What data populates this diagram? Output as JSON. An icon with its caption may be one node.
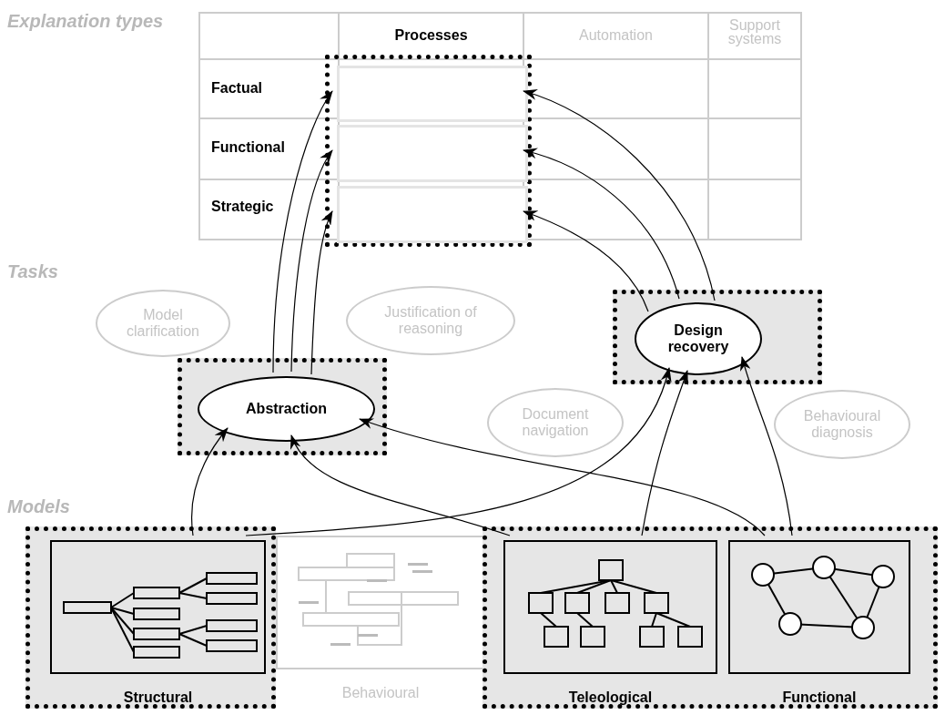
{
  "diagram": {
    "nodes": [
      {
        "text": [],
        "shape": "box"
      },
      {
        "text": [],
        "shape": "box",
        "in": 0
      },
      {
        "text": [],
        "shape": "box",
        "in": 0
      },
      {
        "text": [],
        "shape": "box",
        "in": 0
      },
      {
        "text": [
          "Model clarification"
        ]
      },
      {
        "text": [
          "Justification of reasoning"
        ]
      },
      {
        "text": [],
        "shape": "box"
      },
      {
        "text": [
          "Abstraction"
        ],
        "in": 6
      },
      {
        "text": [
          "Document navigation"
        ]
      },
      {
        "text": [],
        "shape": "box"
      },
      {
        "text": [
          "Design recovery"
        ],
        "in": 9
      },
      {
        "text": [
          "Behavioural diagnosis"
        ]
      },
      {
        "text": [],
        "shape": "box"
      },
      {
        "text": [
          "Structural"
        ],
        "in": 12
      },
      {
        "text": [
          "Behavioural"
        ]
      },
      {
        "text": [],
        "shape": "box"
      },
      {
        "text": [
          "Teleological"
        ],
        "in": 15
      },
      {
        "text": [
          "Functional"
        ],
        "in": 15
      }
    ],
    "edges": [
      {
        "from": 7,
        "to": 1,
        "arrow": "to"
      },
      {
        "from": 7,
        "to": 2,
        "arrow": "to"
      },
      {
        "from": 7,
        "to": 3,
        "arrow": "to"
      },
      {
        "from": 10,
        "to": 1,
        "arrow": "to"
      },
      {
        "from": 10,
        "to": 2,
        "arrow": "to"
      },
      {
        "from": 10,
        "to": 3,
        "arrow": "to"
      },
      {
        "from": 13,
        "to": 7,
        "arrow": "to"
      },
      {
        "from": 13,
        "to": 10,
        "arrow": "to"
      },
      {
        "from": 16,
        "to": 7,
        "arrow": "to"
      },
      {
        "from": 16,
        "to": 10,
        "arrow": "to"
      },
      {
        "from": 17,
        "to": 7,
        "arrow": "to"
      },
      {
        "from": 17,
        "to": 10,
        "arrow": "to"
      }
    ],
    "labels": [
      "Explanation types",
      "Processes",
      "Automation",
      "Support systems",
      "Factual",
      "Functional",
      "Strategic",
      "Tasks",
      "Models"
    ]
  }
}
